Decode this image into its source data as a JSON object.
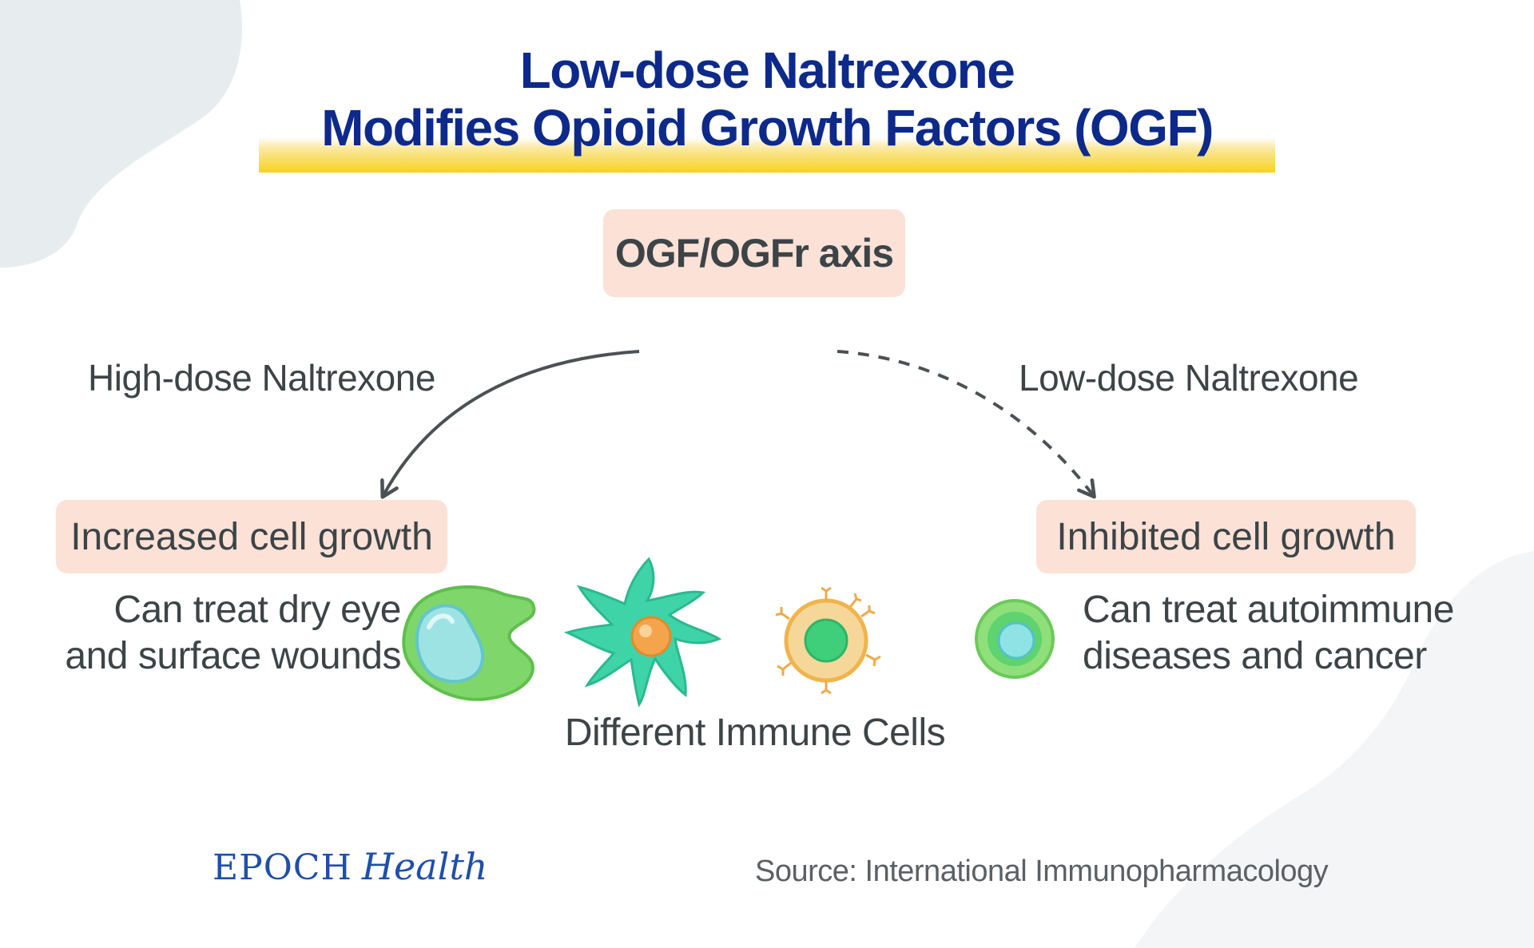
{
  "title": {
    "line1": "Low-dose Naltrexone",
    "line2": "Modifies Opioid Growth Factors (OGF)"
  },
  "axis": {
    "label": "OGF/OGFr axis"
  },
  "arrows": {
    "left_label": "High-dose Naltrexone",
    "right_label": "Low-dose Naltrexone"
  },
  "outcomes": {
    "left": {
      "label": "Increased cell growth",
      "line1": "Can treat dry eye",
      "line2": "and surface wounds"
    },
    "right": {
      "label": "Inhibited cell growth",
      "line1": "Can treat autoimmune",
      "line2": "diseases and cancer"
    }
  },
  "cells": {
    "caption": "Different Immune Cells",
    "icons": [
      "macrophage-cell-icon",
      "dendritic-cell-icon",
      "mast-cell-icon",
      "lymphocyte-cell-icon"
    ]
  },
  "footer": {
    "brand_epoch": "EPOCH",
    "brand_health": "Health",
    "source": "Source: International Immunopharmacology"
  },
  "colors": {
    "title": "#0d2a8a",
    "highlight": "#f7d21e",
    "pill": "#fbe1d6",
    "text": "#3d4447",
    "brand": "#1f4fa8"
  }
}
